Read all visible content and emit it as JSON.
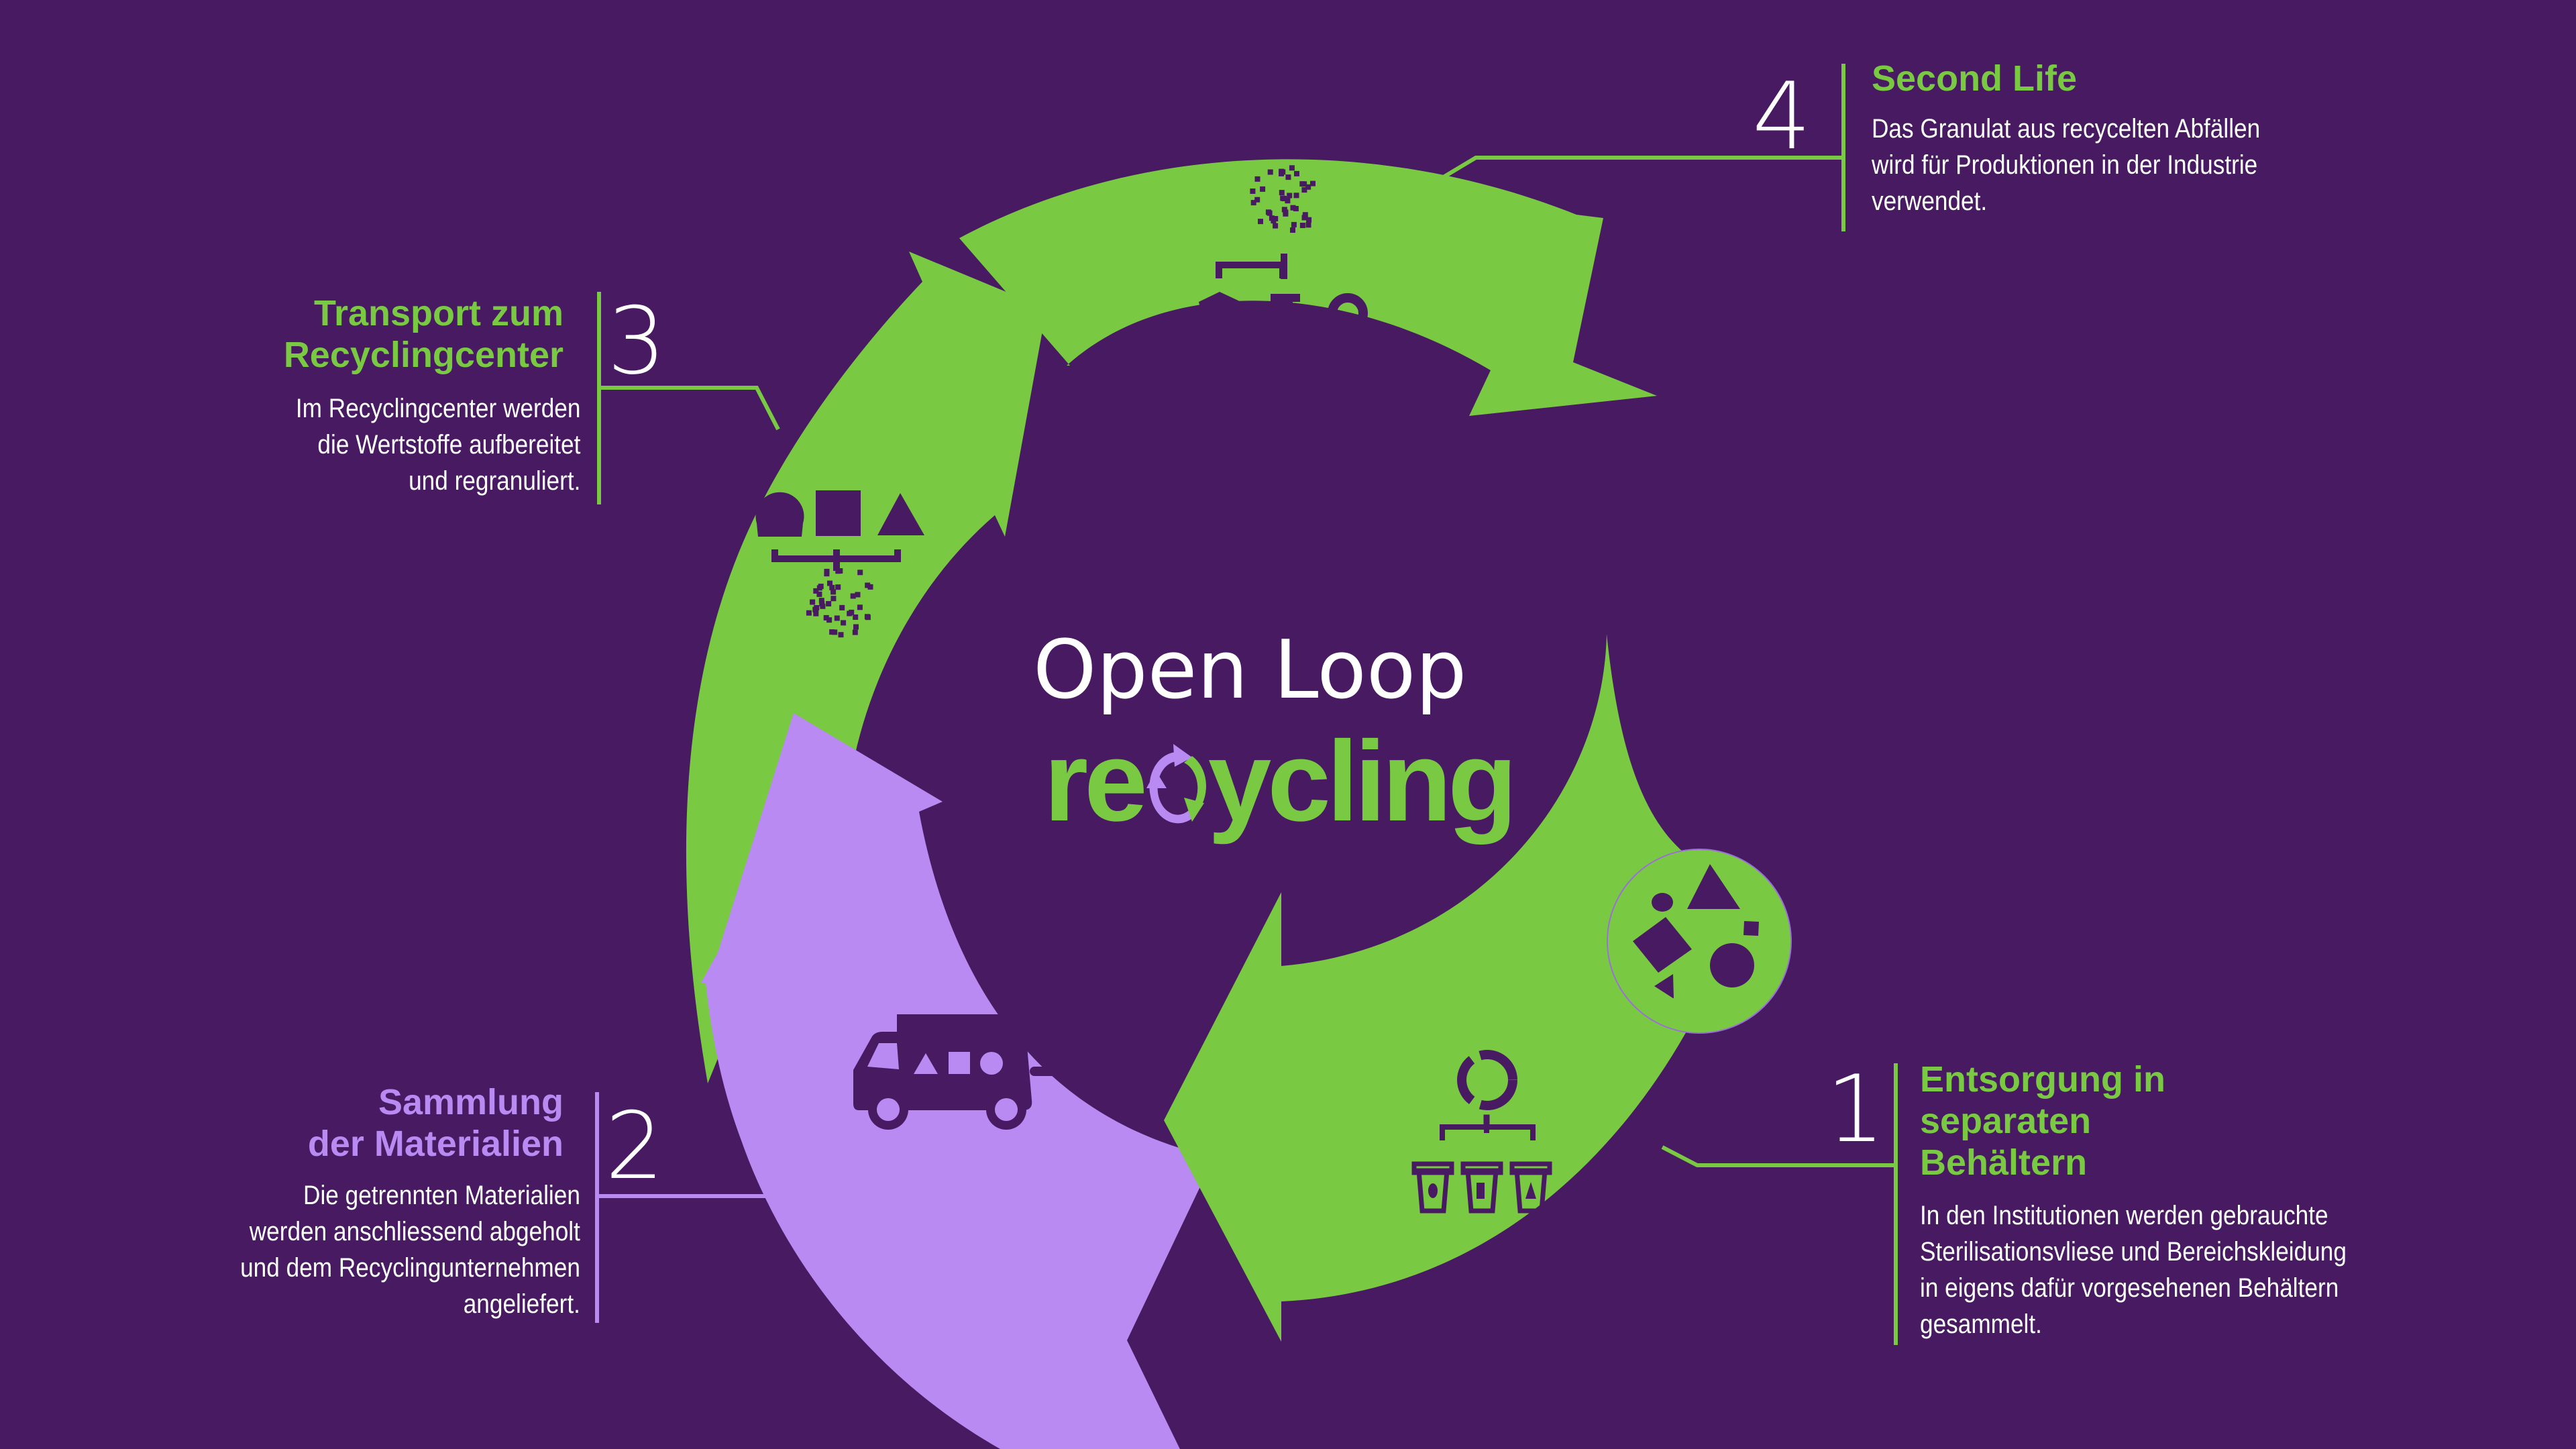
{
  "title": {
    "line1": "Open Loop",
    "line2_prefix": "re",
    "line2_suffix": "ycling",
    "logo_icon": "recycle-arrows-icon"
  },
  "colors": {
    "background": "#481a62",
    "green": "#7ac943",
    "lilac": "#b88af2",
    "white": "#ffffff"
  },
  "steps": [
    {
      "number": "1",
      "title_lines": [
        "Entsorgung in",
        "separaten",
        "Behältern"
      ],
      "description_lines": [
        "In den Institutionen werden gebrauchte",
        "Sterilisationsvliese und Bereichskleidung",
        "in eigens dafür vorgesehenen Behältern",
        "gesammelt."
      ],
      "color": "#7ac943",
      "icon": "sorting-bins-icon"
    },
    {
      "number": "2",
      "title_lines": [
        "Sammlung",
        "der Materialien"
      ],
      "description_lines": [
        "Die getrennten Materialien",
        "werden anschliessend abgeholt",
        "und dem Recyclingunternehmen",
        "angeliefert."
      ],
      "color": "#b88af2",
      "icon": "delivery-truck-icon"
    },
    {
      "number": "3",
      "title_lines": [
        "Transport zum",
        "Recyclingcenter"
      ],
      "description_lines": [
        "Im Recyclingcenter werden",
        "die Wertstoffe aufbereitet",
        "und regranuliert."
      ],
      "color": "#7ac943",
      "icon": "regranulation-icon"
    },
    {
      "number": "4",
      "title_lines": [
        "Second Life"
      ],
      "description_lines": [
        "Das Granulat aus recycelten Abfällen",
        "wird für Produktionen in der Industrie",
        "verwendet."
      ],
      "color": "#7ac943",
      "icon": "granulate-to-products-icon"
    }
  ],
  "extra_icons": [
    "mixed-materials-icon"
  ]
}
